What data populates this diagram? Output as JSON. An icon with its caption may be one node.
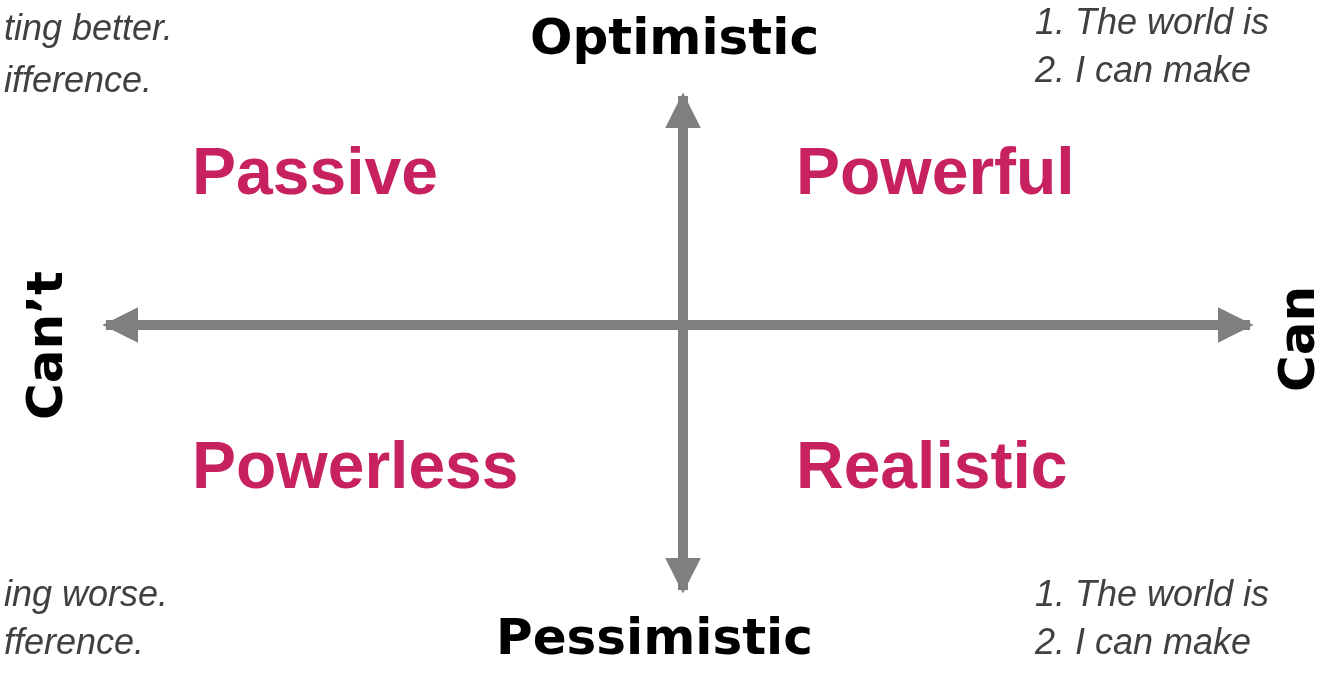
{
  "diagram": {
    "labels": [
      "ting better.",
      "Optimistic",
      "1. The world is",
      "ifference.",
      "2. I can make",
      "Passive",
      "Powerful",
      "Can’t",
      "Can",
      "Powerless",
      "Realistic",
      "ing worse.",
      "1. The world is",
      "Pessimistic",
      "fference.",
      "2. I can make"
    ]
  }
}
